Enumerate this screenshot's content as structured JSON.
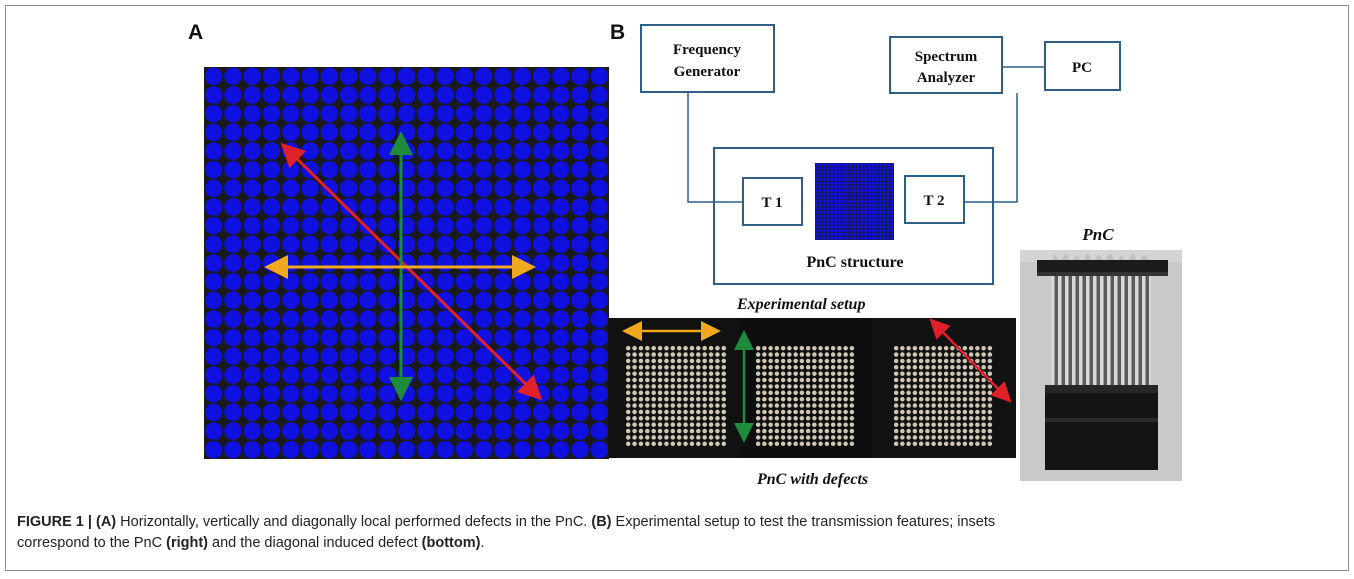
{
  "panels": {
    "a_label": "A",
    "b_label": "B"
  },
  "diagram": {
    "frequency_generator": [
      "Frequency",
      "Generator"
    ],
    "spectrum_analyzer": [
      "Spectrum",
      "Analyzer"
    ],
    "pc": "PC",
    "t1": "T 1",
    "t2": "T 2",
    "pnc_structure": "PnC structure"
  },
  "insets": {
    "experimental_setup": "Experimental setup",
    "pnc_with_defects": "PnC with defects",
    "pnc": "PnC"
  },
  "caption": {
    "line1_bold": "FIGURE 1 | (A)",
    "line1_text": " Horizontally, vertically and diagonally local performed defects in the PnC. ",
    "line1_bold2": "(B)",
    "line1_text2": " Experimental setup to test the transmission features; insets",
    "line2_text": "correspond to the PnC ",
    "line2_bold": "(right)",
    "line2_text2": " and the diagonal induced defect ",
    "line2_bold2": "(bottom)",
    "line2_text3": "."
  },
  "colors": {
    "lattice_blue": "#1010e0",
    "arrow_red": "#e0202a",
    "arrow_green": "#1e8a3c",
    "arrow_orange": "#f0a81e",
    "box_border": "#2e5f86"
  }
}
